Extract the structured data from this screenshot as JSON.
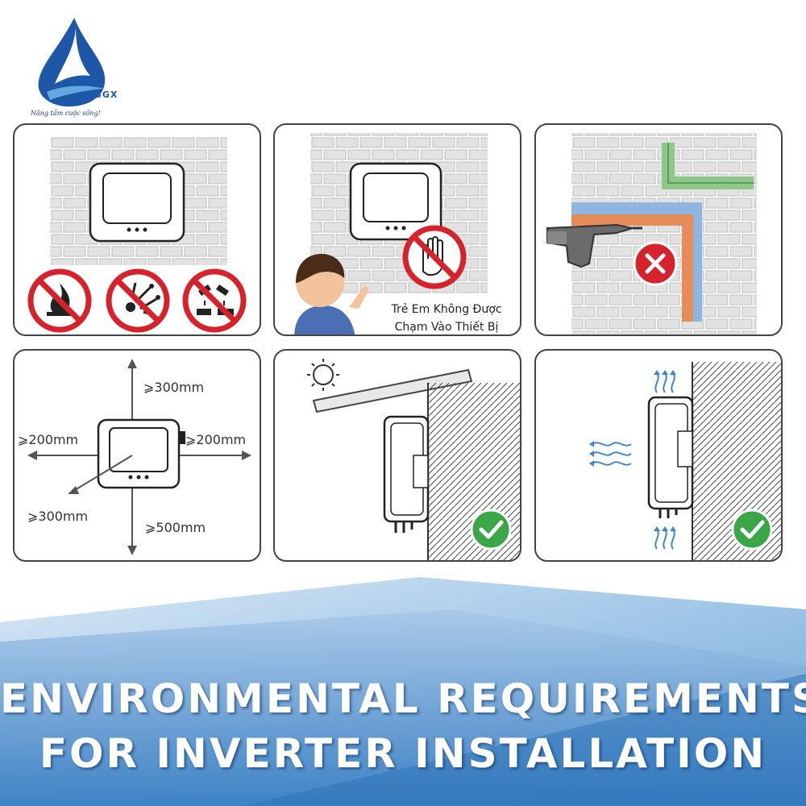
{
  "logo": {
    "brand": "SGX",
    "slogan": "Nâng tầm cuộc sống!",
    "icon": "water-drop-sail-logo"
  },
  "panels": [
    {
      "id": "no-hazards",
      "icons": [
        "no-fire-icon",
        "no-explosive-icon",
        "no-corrosive-icon"
      ]
    },
    {
      "id": "no-children",
      "caption_line1": "Trẻ Em Không Được",
      "caption_line2": "Chạm Vào Thiết Bị",
      "icons": [
        "no-touch-hand-icon",
        "child-icon"
      ]
    },
    {
      "id": "no-drilling-pipes",
      "icons": [
        "drill-icon",
        "cross-mark-icon"
      ]
    },
    {
      "id": "clearance",
      "top": "⩾300mm",
      "left": "⩾200mm",
      "right": "⩾200mm",
      "front": "⩾300mm",
      "bottom": "⩾500mm"
    },
    {
      "id": "sun-shade",
      "icons": [
        "sun-icon",
        "check-mark-icon"
      ]
    },
    {
      "id": "ventilation",
      "icons": [
        "airflow-icon",
        "check-mark-icon"
      ]
    }
  ],
  "footer": {
    "line1": "ENVIRONMENTAL REQUIREMENTS",
    "line2": "FOR INVERTER INSTALLATION"
  },
  "colors": {
    "prohibited": "#d6222a",
    "approved": "#3aa648",
    "brand_blue": "#1e57a8",
    "footer_blue": "#3d86c8"
  }
}
